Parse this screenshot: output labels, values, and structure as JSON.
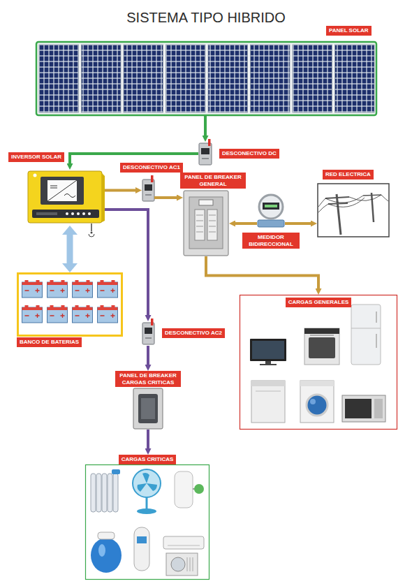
{
  "diagram": {
    "title": "SISTEMA TIPO HIBRIDO",
    "nodes": [
      {
        "text": [
          "PANEL SOLAR"
        ]
      },
      {
        "text": [
          "DESCONECTIVO DC"
        ]
      },
      {
        "text": [
          "INVERSOR SOLAR"
        ]
      },
      {
        "text": [
          "DESCONECTIVO AC1"
        ]
      },
      {
        "text": [
          "PANEL DE BREAKER GENERAL"
        ]
      },
      {
        "text": [
          "MEDIDOR BIDIRECCIONAL"
        ]
      },
      {
        "text": [
          "RED ELECTRICA"
        ]
      },
      {
        "text": [
          "BANCO DE BATERIAS"
        ]
      },
      {
        "text": [
          "CARGAS GENERALES"
        ]
      },
      {
        "text": [
          "DESCONECTIVO AC2"
        ]
      },
      {
        "text": [
          "PANEL DE BREAKER CARGAS CRITICAS"
        ]
      },
      {
        "text": [
          "CARGAS CRITICAS"
        ]
      }
    ],
    "edges": [
      {
        "from": 0,
        "to": 1,
        "arrow": "to"
      },
      {
        "from": 1,
        "to": 2,
        "arrow": "to"
      },
      {
        "from": 2,
        "to": 3,
        "arrow": "to"
      },
      {
        "from": 3,
        "to": 4,
        "arrow": "to"
      },
      {
        "from": 5,
        "to": 4,
        "arrow": "to"
      },
      {
        "from": 5,
        "to": 6,
        "arrow": "to"
      },
      {
        "from": 4,
        "to": 8,
        "arrow": "to"
      },
      {
        "from": 2,
        "to": 7,
        "arrow": "both"
      },
      {
        "from": 2,
        "to": 9,
        "arrow": "to"
      },
      {
        "from": 9,
        "to": 10,
        "arrow": "to"
      },
      {
        "from": 10,
        "to": 11,
        "arrow": "to"
      }
    ]
  }
}
